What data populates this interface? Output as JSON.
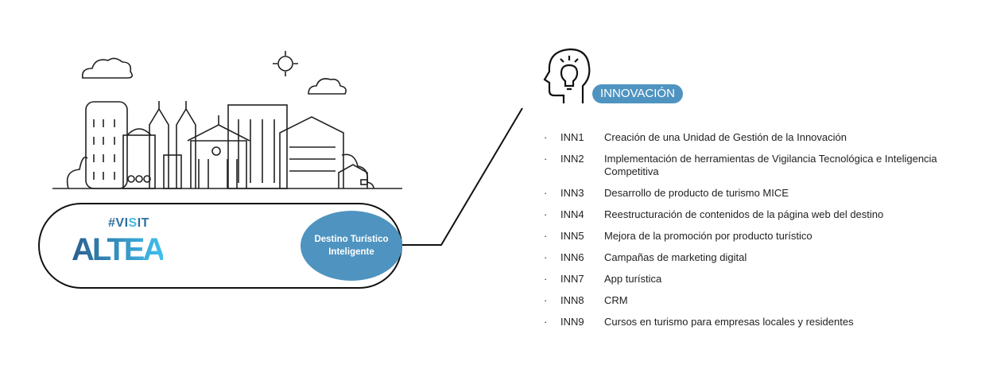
{
  "logo": {
    "hashtag_prefix": "#VI",
    "hashtag_highlight": "S",
    "hashtag_suffix": "IT",
    "name": "ALTEA"
  },
  "center_node": {
    "label": "Destino Turístico Inteligente"
  },
  "section": {
    "title": "INNOVACIÓN",
    "icon": "head-lightbulb-icon"
  },
  "items": [
    {
      "code": "INN1",
      "text": "Creación de una Unidad de Gestión de la Innovación"
    },
    {
      "code": "INN2",
      "text": "Implementación de herramientas de Vigilancia Tecnológica e Inteligencia Competitiva"
    },
    {
      "code": "INN3",
      "text": "Desarrollo de producto de turismo MICE"
    },
    {
      "code": "INN4",
      "text": "Reestructuración de contenidos de la página web del destino"
    },
    {
      "code": "INN5",
      "text": "Mejora de la promoción por producto turístico"
    },
    {
      "code": "INN6",
      "text": "Campañas de marketing digital"
    },
    {
      "code": "INN7",
      "text": "App turística"
    },
    {
      "code": "INN8",
      "text": "CRM"
    },
    {
      "code": "INN9",
      "text": "Cursos en turismo para empresas locales y residentes"
    }
  ],
  "colors": {
    "accent": "#4f94c0",
    "line": "#111111"
  }
}
